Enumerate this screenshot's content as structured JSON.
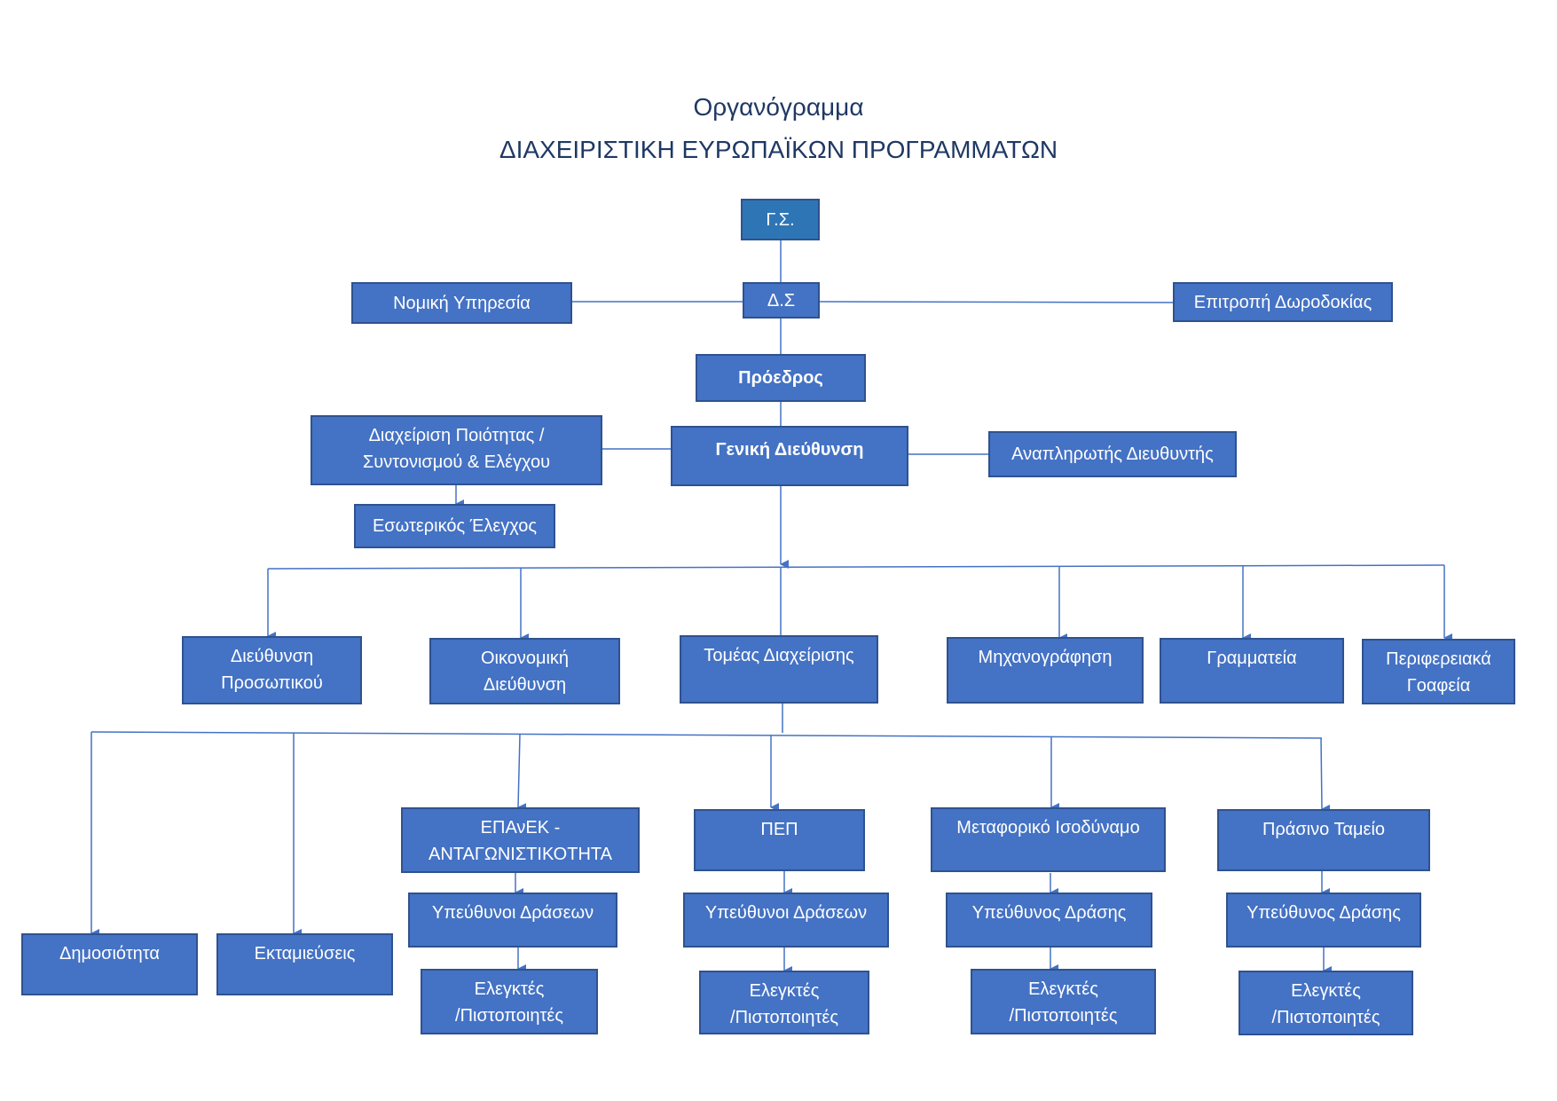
{
  "title": {
    "line1": "Οργανόγραμμα",
    "line2": "ΔΙΑΧΕΙΡΙΣΤΙΚΗ ΕΥΡΩΠΑΪΚΩΝ ΠΡΟΓΡΑΜΜΑΤΩΝ"
  },
  "colors": {
    "box_fill": "#4472c4",
    "box_border": "#2f528f",
    "top_box_fill": "#2e75b6",
    "connector": "#4472c4",
    "title": "#1f3864"
  },
  "nodes": {
    "gs": "Γ.Σ.",
    "ds": "Δ.Σ",
    "legal": "Νομική Υπηρεσία",
    "bribery": "Επιτροπή Δωροδοκίας",
    "president": "Πρόεδρος",
    "general_mgmt": "Γενική Διεύθυνση",
    "quality_mgmt": "Διαχείριση Ποιότητας /\nΣυντονισμού & Ελέγχου",
    "internal_audit": "Εσωτερικός Έλεγχος",
    "deputy_director": "Αναπληρωτής Διευθυντής",
    "hr": "Διεύθυνση\nΠροσωπικού",
    "finance": "Οικονομική\nΔιεύθυνση",
    "management_sector": "Τομέας Διαχείρισης",
    "it": "Μηχανογράφηση",
    "secretariat": "Γραμματεία",
    "regional_offices": "Περιφερειακά\nΓοαφεία",
    "publicity": "Δημοσιότητα",
    "disbursements": "Εκταμιεύσεις",
    "epanek": "ΕΠΑνΕΚ -\nΑΝΤΑΓΩΝΙΣΤΙΚΟΤΗΤΑ",
    "epanek_officers": "Υπεύθυνοι Δράσεων",
    "epanek_auditors": "Ελεγκτές\n/Πιστοποιητές",
    "pep": "ΠΕΠ",
    "pep_officers": "Υπεύθυνοι Δράσεων",
    "pep_auditors": "Ελεγκτές\n/Πιστοποιητές",
    "transport": "Μεταφορικό Ισοδύναμο",
    "transport_officer": "Υπεύθυνος Δράσης",
    "transport_auditors": "Ελεγκτές\n/Πιστοποιητές",
    "green_fund": "Πράσινο Ταμείο",
    "green_officer": "Υπεύθυνος Δράσης",
    "green_auditors": "Ελεγκτές\n/Πιστοποιητές"
  }
}
